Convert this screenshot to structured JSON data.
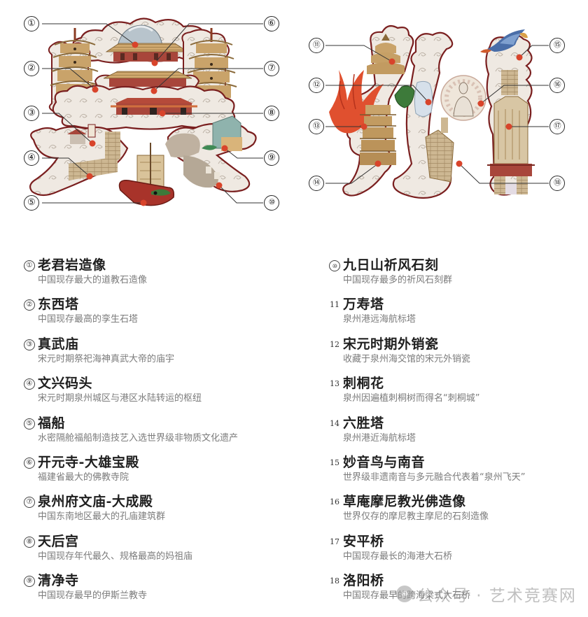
{
  "illustration": {
    "left_character": "泉",
    "right_character": "州",
    "colors": {
      "cloud_fill": "#efe9e2",
      "cloud_outline": "#7a1f1f",
      "roof": "#c9a36a",
      "wall_red": "#a8463b",
      "stone": "#c8b38f",
      "marker_red": "#d8442b",
      "jade_green": "#3d7a3a",
      "flower_red": "#e0502f",
      "leader_line": "#333333"
    },
    "callouts_left": [
      "①",
      "②",
      "③",
      "④",
      "⑤",
      "⑥",
      "⑦",
      "⑧",
      "⑨",
      "⑩"
    ],
    "callouts_right": [
      "⑪",
      "⑫",
      "⑬",
      "⑭",
      "⑮",
      "⑯",
      "⑰",
      "⑱"
    ]
  },
  "legend": {
    "left": [
      {
        "num": "①",
        "title": "老君岩造像",
        "desc": "中国现存最大的道教石造像"
      },
      {
        "num": "②",
        "title": "东西塔",
        "desc": "中国现存最高的孪生石塔"
      },
      {
        "num": "③",
        "title": "真武庙",
        "desc": "宋元时期祭祀海神真武大帝的庙宇"
      },
      {
        "num": "④",
        "title": "文兴码头",
        "desc": "宋元时期泉州城区与港区水陆转运的枢纽"
      },
      {
        "num": "⑤",
        "title": "福船",
        "desc": "水密隔舱福船制造技艺入选世界级非物质文化遗产"
      },
      {
        "num": "⑥",
        "title": "开元寺-大雄宝殿",
        "desc": "福建省最大的佛教寺院"
      },
      {
        "num": "⑦",
        "title": "泉州府文庙-大成殿",
        "desc": "中国东南地区最大的孔庙建筑群"
      },
      {
        "num": "⑧",
        "title": "天后宫",
        "desc": "中国现存年代最久、规格最高的妈祖庙"
      },
      {
        "num": "⑨",
        "title": "清净寺",
        "desc": "中国现存最早的伊斯兰教寺"
      }
    ],
    "right": [
      {
        "num": "⑩",
        "title": "九日山祈风石刻",
        "desc": "中国现存最多的祈风石刻群"
      },
      {
        "num": "11",
        "title": "万寿塔",
        "desc": "泉州港远海航标塔"
      },
      {
        "num": "12",
        "title": "宋元时期外销瓷",
        "desc": "收藏于泉州海交馆的宋元外销瓷"
      },
      {
        "num": "13",
        "title": "刺桐花",
        "desc": "泉州因遍植刺桐树而得名“刺桐城”"
      },
      {
        "num": "14",
        "title": "六胜塔",
        "desc": "泉州港近海航标塔"
      },
      {
        "num": "15",
        "title": "妙音鸟与南音",
        "desc": "世界级非遗南音与多元融合代表着“泉州飞天”"
      },
      {
        "num": "16",
        "title": "草庵摩尼教光佛造像",
        "desc": "世界仅存的摩尼教主摩尼的石刻造像"
      },
      {
        "num": "17",
        "title": "安平桥",
        "desc": "中国现存最长的海港大石桥"
      },
      {
        "num": "18",
        "title": "洛阳桥",
        "desc": "中国现存最早的跨海梁式大石桥"
      }
    ]
  },
  "watermark": {
    "icon": "wechat-icon",
    "text": "公众号 · 艺术竞赛网"
  }
}
